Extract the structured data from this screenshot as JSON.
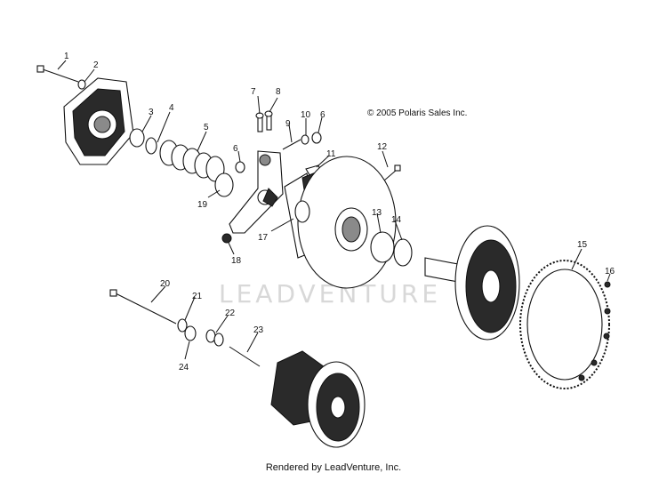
{
  "diagram": {
    "copyright": "© 2005 Polaris Sales Inc.",
    "watermark": "LEADVENTURE",
    "footer": "Rendered by LeadVenture, Inc.",
    "callouts": {
      "c1": "1",
      "c2": "2",
      "c3": "3",
      "c4": "4",
      "c5": "5",
      "c6a": "6",
      "c6b": "6",
      "c7": "7",
      "c8": "8",
      "c9": "9",
      "c10": "10",
      "c11": "11",
      "c12": "12",
      "c13": "13",
      "c14": "14",
      "c15": "15",
      "c16": "16",
      "c17": "17",
      "c18": "18",
      "c19": "19",
      "c20": "20",
      "c21": "21",
      "c22": "22",
      "c23": "23",
      "c24": "24"
    }
  }
}
